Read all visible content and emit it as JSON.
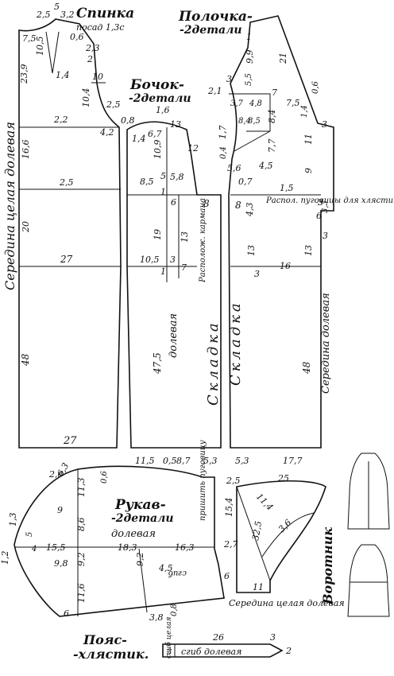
{
  "titles": {
    "back": "Спинка",
    "front": "Полочка-",
    "front_count": "-2детали",
    "side": "Бочок-",
    "side_count": "-2детали",
    "sleeve": "Рукав-",
    "sleeve_count": "-2детали",
    "collar": "Воротник",
    "belt": "Пояс-",
    "belt2": "-хлястик."
  },
  "labels": {
    "back_fold": "Середина  целая долевая",
    "back_ease": "посад 1,3с",
    "side_grain": "долевая",
    "pocket": "Располож. кармана",
    "fold_side": "Складка",
    "fold_front": "Складка",
    "buttons": "Распол. пуговицы для хлястика",
    "front_grain": "Середина долевая",
    "sleeve_grain": "долевая",
    "sleeve_attach": "пришить пуговицу",
    "sleeve_fold": "сгиб",
    "collar_mid": "Середина целая долевая",
    "belt_fold": "сгиб долевая",
    "belt_whole": "сгиб целая"
  },
  "measurements": {
    "back": [
      "2,5",
      "3,2",
      "5",
      "7,5",
      "0,6",
      "2,3",
      "10,5",
      "1,4",
      "2",
      "23,9",
      "10",
      "10,4",
      "2,5",
      "2,2",
      "4,2",
      "16,6",
      "2,5",
      "20",
      "27",
      "48",
      "27",
      "0,8"
    ],
    "side": [
      "1,6",
      "6,7",
      "13",
      "1,4",
      "10,9",
      "12",
      "5",
      "5,8",
      "8,5",
      "1",
      "6",
      "8",
      "19",
      "13",
      "10,5",
      "3",
      "7",
      "1",
      "47,5",
      "11,5",
      "0,5",
      "8,7",
      "5,3"
    ],
    "front": [
      "1",
      "9,9",
      "21",
      "3",
      "5,5",
      "2,1",
      "7",
      "3,7",
      "4,8",
      "7,5",
      "1,4",
      "0,6",
      "8,4",
      "8,5",
      "8,4",
      "1,7",
      "7,7",
      "3",
      "11",
      "0,4",
      "5,6",
      "4,5",
      "9",
      "0,7",
      "1,5",
      "8",
      "4,3",
      "3",
      "6",
      "3,3",
      "3",
      "13",
      "16",
      "13",
      "3",
      "48",
      "5,3",
      "17,7"
    ],
    "sleeve": [
      "2,6",
      "6,3",
      "11,3",
      "0,6",
      "1,3",
      "9",
      "8,6",
      "5",
      "15,5",
      "18,3",
      "16,3",
      "2,7",
      "1,2",
      "4",
      "9,8",
      "9,2",
      "9,2",
      "4,5",
      "11,6",
      "6",
      "3,8",
      "0,8"
    ],
    "collar": [
      "2,5",
      "25",
      "15,4",
      "11,4",
      "32,5",
      "3,6",
      "6",
      "11"
    ],
    "belt": [
      "26",
      "3",
      "3",
      "2"
    ]
  }
}
